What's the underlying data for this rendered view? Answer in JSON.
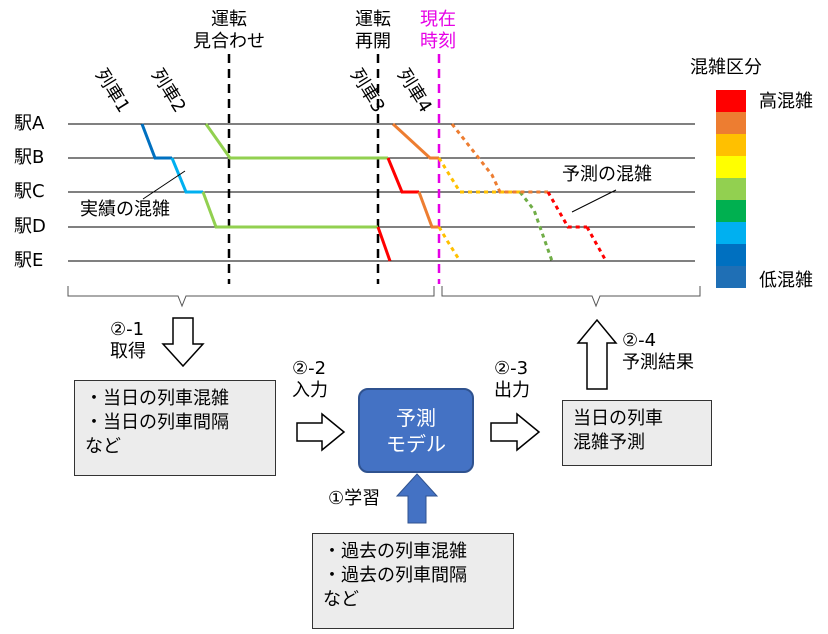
{
  "stations": [
    "駅A",
    "駅B",
    "駅C",
    "駅D",
    "駅E"
  ],
  "trains": [
    "列車1",
    "列車2",
    "列車3",
    "列車4"
  ],
  "events": {
    "unten_miawase": [
      "運転",
      "見合わせ"
    ],
    "unten_saikai": [
      "運転",
      "再開"
    ],
    "genzai_jikoku": [
      "現在",
      "時刻"
    ]
  },
  "labels": {
    "actual_congestion": "実績の混雑",
    "predicted_congestion": "予測の混雑"
  },
  "legend": {
    "title": "混雑区分",
    "high": "高混雑",
    "low": "低混雑",
    "colors": [
      "#ff0000",
      "#ed7d31",
      "#ffc000",
      "#ffff00",
      "#92d050",
      "#00b050",
      "#00b0f0",
      "#0070c0",
      "#1f6fb5"
    ]
  },
  "steps": {
    "s2_1": [
      "②-1",
      "取得"
    ],
    "s2_2": [
      "②-2",
      "入力"
    ],
    "s2_3": [
      "②-3",
      "出力"
    ],
    "s2_4": [
      "②-4",
      "予測結果"
    ],
    "s1": "①学習"
  },
  "boxes": {
    "today_input": [
      "・当日の列車混雑",
      "・当日の列車間隔",
      "など"
    ],
    "model": [
      "予測",
      "モデル"
    ],
    "prediction": [
      "当日の列車",
      "混雑予測"
    ],
    "past_input": [
      "・過去の列車混雑",
      "・過去の列車間隔",
      "など"
    ]
  },
  "colors": {
    "current_time": "#e600e6",
    "model_fill": "#4472c4",
    "learn_arrow": "#4472c4",
    "box_fill": "#ececec"
  }
}
